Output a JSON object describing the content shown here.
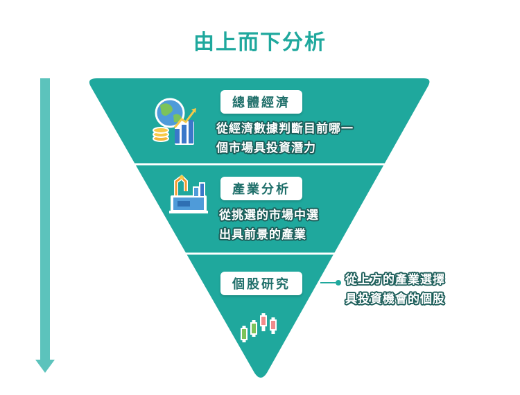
{
  "title": "由上而下分析",
  "levels": [
    {
      "label": "總體經濟",
      "lines": [
        "從經濟數據判斷目前哪一",
        "個市場具投資潛力"
      ],
      "icon": "globe-coins-growth-icon"
    },
    {
      "label": "產業分析",
      "lines": [
        "從挑選的市場中選",
        "出具前景的產業"
      ],
      "icon": "factory-icon"
    },
    {
      "label": "個股研究",
      "lines": [
        "從上方的產業選擇",
        "具投資機會的個股"
      ],
      "icon": "candlestick-chart-icon"
    }
  ],
  "colors": {
    "teal": "#1fa89d",
    "arrow": "#5cc3bc",
    "dark_outline": "#1d5e5a"
  }
}
